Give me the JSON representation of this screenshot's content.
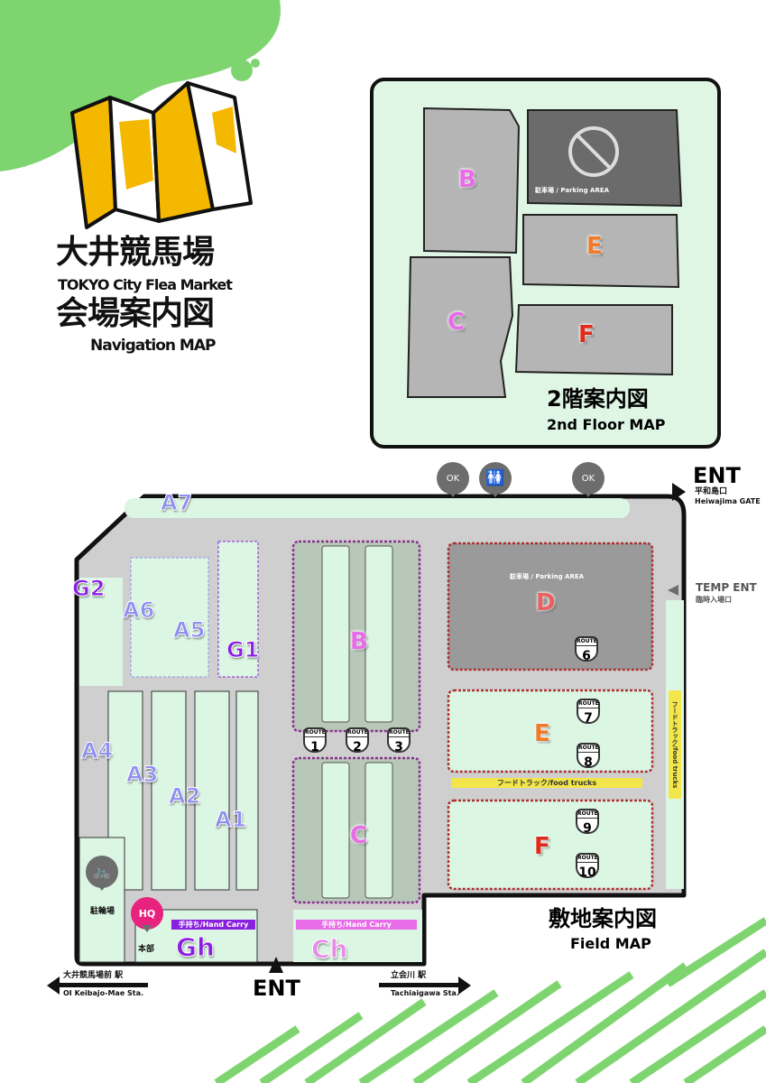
{
  "header": {
    "title_jp": "大井競馬場",
    "title_en": "TOKYO City Flea Market",
    "subtitle_jp": "会場案内図",
    "subtitle_en": "Navigation MAP"
  },
  "floor2": {
    "title_jp": "2階案内図",
    "title_en": "2nd Floor MAP",
    "blocks": [
      "B",
      "E",
      "C",
      "F"
    ],
    "parking_label": "駐車場 / Parking AREA"
  },
  "field": {
    "title_jp": "敷地案内図",
    "title_en": "Field MAP",
    "areas": {
      "A7": "A7",
      "G2": "G2",
      "A6": "A6",
      "A5": "A5",
      "G1": "G1",
      "A4": "A4",
      "A3": "A3",
      "A2": "A2",
      "A1": "A1",
      "Gh": "Gh",
      "Ch": "Ch"
    },
    "blocks": {
      "B": "B",
      "C": "C",
      "D": "D",
      "E": "E",
      "F": "F"
    },
    "parking_label": "駐車場 / Parking AREA",
    "route_label": "ROUTE",
    "routes": [
      "1",
      "2",
      "3",
      "6",
      "7",
      "8",
      "9",
      "10"
    ],
    "food_trucks": "フードトラック/food trucks",
    "hand_carry": "手持ち/Hand Carry",
    "bicycle_parking": "駐輪場",
    "hq_badge": "HQ",
    "hq_label": "本部",
    "smoking_ok": "OK",
    "ent_main": "ENT",
    "ent_gate_jp": "平和島口",
    "ent_gate_en": "Heiwajima GATE",
    "temp_ent": "TEMP ENT",
    "temp_ent_jp": "臨時入場口",
    "ent_bottom": "ENT",
    "station_left_jp": "大井競馬場前 駅",
    "station_left_en": "OI Keibajo-Mae Sta.",
    "station_right_jp": "立会川 駅",
    "station_right_en": "Tachiaigawa Sta."
  },
  "colors": {
    "green": "#7ed56f",
    "zone": "#dcf6e4",
    "road": "#cfcfcf",
    "block": "#b9b9b9",
    "A": "#8f8ff0",
    "G": "#8a1fe0",
    "B": "#e86be8",
    "D": "#e86060",
    "E": "#f07a2a",
    "F": "#e02a1a",
    "hq": "#e8237f",
    "food": "#f2e64a"
  }
}
